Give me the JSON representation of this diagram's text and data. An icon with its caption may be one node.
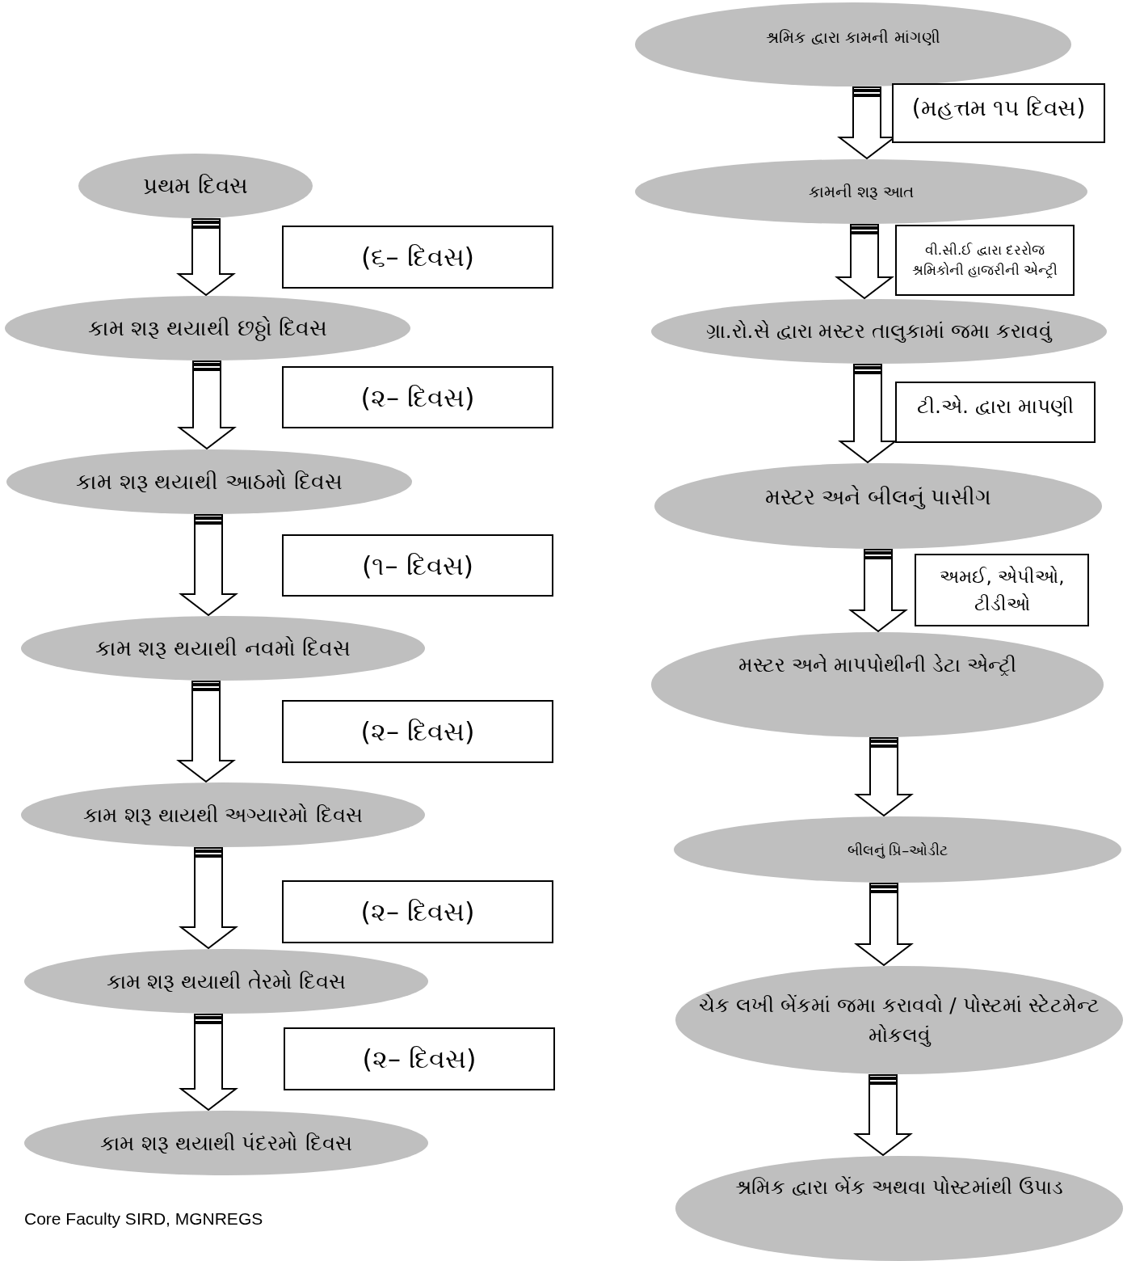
{
  "diagram": {
    "nodes": [
      {
        "text": [
          "પ્રથમ  દિવસ"
        ]
      },
      {
        "text": [
          "(૬– દિવસ)"
        ]
      },
      {
        "text": [
          "કામ શરૂ થયાથી છઠ્ઠો દિવસ"
        ]
      },
      {
        "text": [
          "(૨– દિવસ)"
        ]
      },
      {
        "text": [
          "કામ શરૂ થયાથી આઠમો દિવસ"
        ]
      },
      {
        "text": [
          "(૧– દિવસ)"
        ]
      },
      {
        "text": [
          "કામ શરૂ થયાથી નવમો દિવસ"
        ]
      },
      {
        "text": [
          "(૨– દિવસ)"
        ]
      },
      {
        "text": [
          "કામ શરૂ થાયથી અગ્યારમો દિવસ"
        ]
      },
      {
        "text": [
          "(૨– દિવસ)"
        ]
      },
      {
        "text": [
          "કામ શરૂ થયાથી તેરમો દિવસ"
        ]
      },
      {
        "text": [
          "(૨– દિવસ)"
        ]
      },
      {
        "text": [
          "કામ શરૂ થયાથી પંદરમો દિવસ"
        ]
      },
      {
        "text": [
          "શ્રમિક દ્વારા કામની માંગણી"
        ]
      },
      {
        "text": [
          "(મહત્તમ ૧૫ દિવસ)"
        ]
      },
      {
        "text": [
          "કામની શરૂ આત"
        ]
      },
      {
        "text": [
          "વી.સી.ઈ  દ્વારા દરરોજ શ્રમિકોની હાજરીની એન્ટ્રી"
        ]
      },
      {
        "text": [
          "ગ્રા.રો.સે દ્વારા મસ્ટર તાલુકામાં જમા કરાવવું"
        ]
      },
      {
        "text": [
          "ટી.એ. દ્વારા માપણી"
        ]
      },
      {
        "text": [
          "મસ્ટર અને બીલનું પાસીગ"
        ]
      },
      {
        "text": [
          "અમઈ, એપીઓ, ટીડીઓ"
        ]
      },
      {
        "text": [
          "મસ્ટર અને માપપોથીની ડેટા એન્ટ્રી"
        ]
      },
      {
        "text": [
          "બીલનું પ્રિ–ઓડીટ"
        ]
      },
      {
        "text": [
          "ચેક લખી બેંકમાં જમા કરાવવો / પોસ્ટમાં સ્ટેટમેન્ટ મોકલવું"
        ]
      },
      {
        "text": [
          "શ્રમિક દ્વારા બેંક અથવા પોસ્ટમાંથી ઉપાડ"
        ]
      }
    ],
    "edges": [
      {
        "from": 0,
        "to": 2,
        "arrow": "to"
      },
      {
        "from": 2,
        "to": 4,
        "arrow": "to"
      },
      {
        "from": 4,
        "to": 6,
        "arrow": "to"
      },
      {
        "from": 6,
        "to": 8,
        "arrow": "to"
      },
      {
        "from": 8,
        "to": 10,
        "arrow": "to"
      },
      {
        "from": 10,
        "to": 12,
        "arrow": "to"
      },
      {
        "from": 13,
        "to": 15,
        "arrow": "to"
      },
      {
        "from": 15,
        "to": 17,
        "arrow": "to"
      },
      {
        "from": 17,
        "to": 19,
        "arrow": "to"
      },
      {
        "from": 19,
        "to": 21,
        "arrow": "to"
      },
      {
        "from": 21,
        "to": 22,
        "arrow": "to"
      },
      {
        "from": 22,
        "to": 23,
        "arrow": "to"
      },
      {
        "from": 23,
        "to": 24,
        "arrow": "to"
      }
    ],
    "labels": [
      "Core Faculty SIRD, MGNREGS"
    ]
  }
}
